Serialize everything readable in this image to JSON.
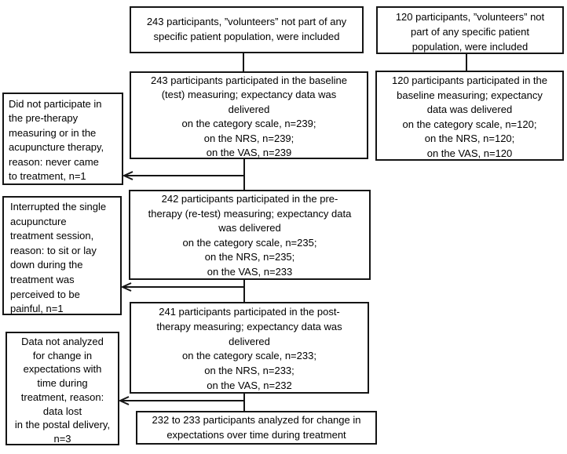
{
  "figure": {
    "background": "#ffffff",
    "line_color": "#151515",
    "boxes": {
      "included_main": {
        "lines": [
          "243 participants, ”volunteers” not part of any",
          "specific patient population, were included"
        ]
      },
      "included_secondary": {
        "lines": [
          "120 participants, ”volunteers” not",
          "part of any specific patient",
          "population, were included"
        ]
      },
      "baseline_main": {
        "lines": [
          "243 participants participated in the baseline",
          "(test) measuring; expectancy data was",
          "delivered",
          "on the category scale, n=239;",
          "on the NRS, n=239;",
          "on the VAS, n=239"
        ]
      },
      "baseline_secondary": {
        "lines": [
          "120 participants participated in the",
          "baseline  measuring; expectancy",
          "data was delivered",
          "on the category scale, n=120;",
          "on the NRS, n=120;",
          "on the VAS, n=120"
        ]
      },
      "dropout_pretherapy": {
        "lines": [
          "Did not participate in",
          "the pre-therapy",
          "measuring or in the",
          "acupuncture therapy,",
          "reason: never came",
          "to treatment, n=1"
        ]
      },
      "pretherapy_main": {
        "lines": [
          "242 participants participated in the pre-",
          "therapy (re-test) measuring; expectancy data",
          "was delivered",
          "on the category scale, n=235;",
          "on the NRS, n=235;",
          "on the VAS, n=233"
        ]
      },
      "dropout_treatment": {
        "lines": [
          "Interrupted the single",
          "acupuncture",
          "treatment session,",
          "reason: to sit or lay",
          "down during the",
          "treatment was",
          "perceived to be",
          "painful, n=1"
        ]
      },
      "posttherapy_main": {
        "lines": [
          "241 participants participated in the post-",
          "therapy  measuring; expectancy data was",
          "delivered",
          "on the category scale, n=233;",
          "on the NRS, n=233;",
          "on the VAS, n=232"
        ]
      },
      "dropout_analysis": {
        "lines": [
          "Data not analyzed",
          "for change in",
          "expectations with",
          "time during",
          "treatment, reason:",
          "data lost",
          "in the postal delivery,",
          "n=3"
        ]
      },
      "analyzed_final": {
        "lines": [
          "232 to 233 participants analyzed for change in",
          "expectations over time during treatment"
        ]
      }
    }
  }
}
